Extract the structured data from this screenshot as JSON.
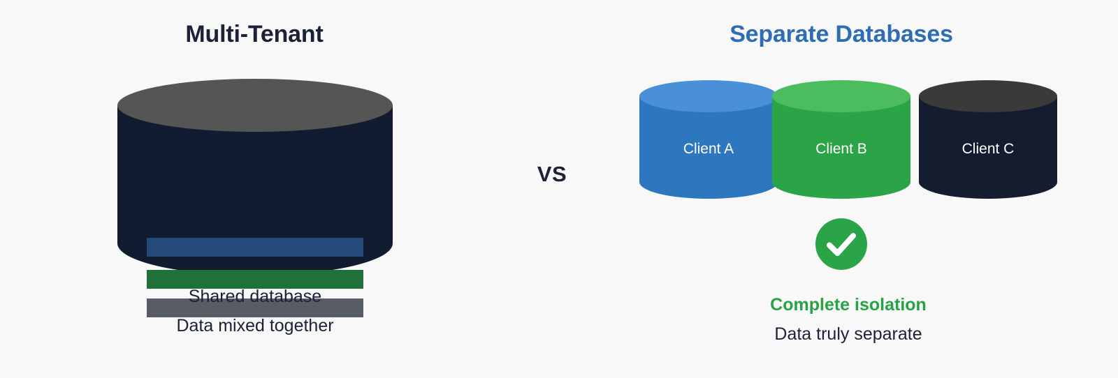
{
  "background_color": "#f8f8f8",
  "left_panel": {
    "title": "Multi-Tenant",
    "title_color": "#1b2237",
    "database": {
      "name": "shared-database",
      "body_color": "#121c30",
      "top_color": "#555555",
      "stripes": [
        {
          "name": "tenant-stripe-blue",
          "color": "#234a7b"
        },
        {
          "name": "tenant-stripe-green",
          "color": "#1f7139"
        },
        {
          "name": "tenant-stripe-gray",
          "color": "#585c66"
        }
      ]
    },
    "captions": [
      "Shared database",
      "Data mixed together"
    ]
  },
  "divider": {
    "label": "VS",
    "color": "#1b2237"
  },
  "right_panel": {
    "title": "Separate Databases",
    "title_color": "#2e6db4",
    "databases": [
      {
        "label": "Client A",
        "body_color": "#2d77bf",
        "top_color": "#4a90d9",
        "label_color": "#ffffff"
      },
      {
        "label": "Client B",
        "body_color": "#2ba347",
        "top_color": "#4cbd5e",
        "label_color": "#ffffff"
      },
      {
        "label": "Client C",
        "body_color": "#141d30",
        "top_color": "#3a3a3a",
        "label_color": "#ffffff"
      }
    ],
    "badge": {
      "icon": "check-circle-icon",
      "color": "#2ba347",
      "glyph_color": "#ffffff"
    },
    "captions": [
      {
        "text": "Complete isolation",
        "color": "#27a244",
        "bold": true
      },
      {
        "text": "Data truly separate",
        "color": "#1b2237",
        "bold": false
      }
    ]
  }
}
